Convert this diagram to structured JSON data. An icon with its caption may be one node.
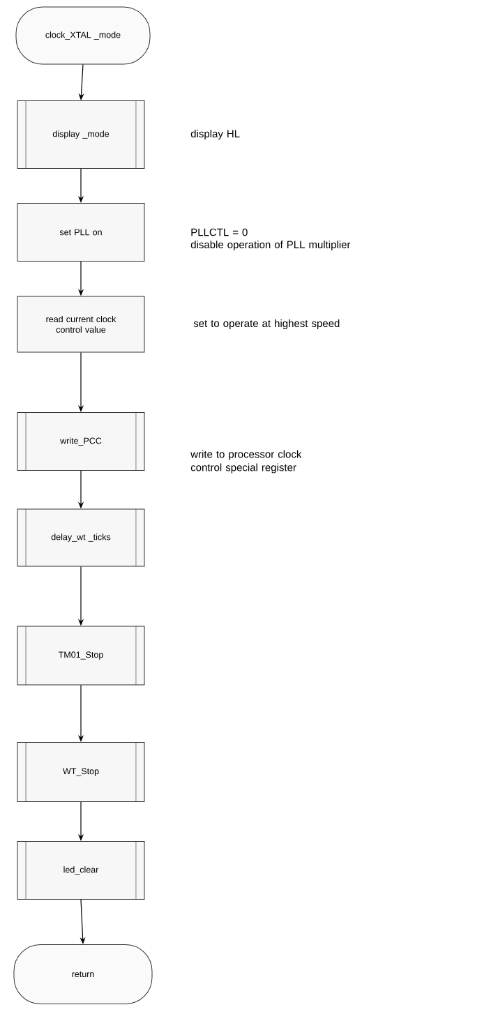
{
  "diagram": {
    "nodes": [
      {
        "text": [
          "clock_XTAL _mode"
        ]
      },
      {
        "text": [
          "display _mode"
        ]
      },
      {
        "text": [
          "set PLL on"
        ]
      },
      {
        "text": [
          "read current clock control value"
        ]
      },
      {
        "text": [
          "write_PCC"
        ]
      },
      {
        "text": [
          "delay_wt _ticks"
        ]
      },
      {
        "text": [
          "TM01_Stop"
        ]
      },
      {
        "text": [
          "WT_Stop"
        ]
      },
      {
        "text": [
          "led_clear"
        ]
      },
      {
        "text": [
          "return"
        ]
      }
    ],
    "edges": [
      {
        "from": 0,
        "to": 1,
        "arrow": "to"
      },
      {
        "from": 1,
        "to": 2,
        "arrow": "to"
      },
      {
        "from": 2,
        "to": 3,
        "arrow": "to"
      },
      {
        "from": 3,
        "to": 4,
        "arrow": "to"
      },
      {
        "from": 4,
        "to": 5,
        "arrow": "to"
      },
      {
        "from": 5,
        "to": 6,
        "arrow": "to"
      },
      {
        "from": 6,
        "to": 7,
        "arrow": "to"
      },
      {
        "from": 7,
        "to": 8,
        "arrow": "to"
      },
      {
        "from": 8,
        "to": 9,
        "arrow": "to"
      }
    ],
    "labels": [
      "display  HL",
      "PLLCTL = 0",
      "disable operation of PLL multiplier",
      "set to operate at highest speed",
      "write to processor clock control special register"
    ]
  }
}
